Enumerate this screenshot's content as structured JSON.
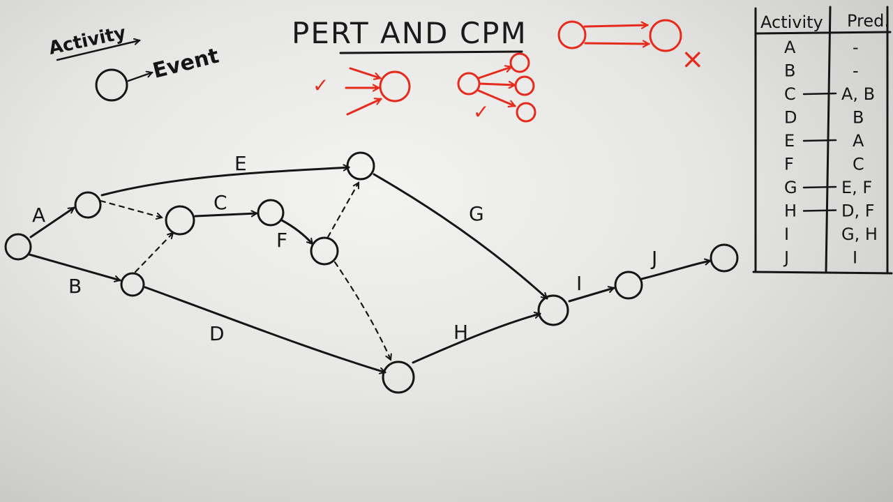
{
  "title": "PERT AND CPM",
  "legend": {
    "activity_label": "Activity",
    "event_label": "Event"
  },
  "rules": {
    "correct_mark": "✓",
    "wrong_mark": "×"
  },
  "network": {
    "activities": [
      "A",
      "B",
      "C",
      "D",
      "E",
      "F",
      "G",
      "H",
      "I",
      "J"
    ]
  },
  "table": {
    "headers": [
      "Activity",
      "Pred."
    ],
    "rows": [
      {
        "activity": "A",
        "pred": "-"
      },
      {
        "activity": "B",
        "pred": "-"
      },
      {
        "activity": "C",
        "pred": "A, B"
      },
      {
        "activity": "D",
        "pred": "B"
      },
      {
        "activity": "E",
        "pred": "A"
      },
      {
        "activity": "F",
        "pred": "C"
      },
      {
        "activity": "G",
        "pred": "E, F"
      },
      {
        "activity": "H",
        "pred": "D, F"
      },
      {
        "activity": "I",
        "pred": "G, H"
      },
      {
        "activity": "J",
        "pred": "I"
      }
    ]
  },
  "colors": {
    "ink": "#151515",
    "marker_red": "#e62a1c",
    "board": "#e6e6e4"
  }
}
